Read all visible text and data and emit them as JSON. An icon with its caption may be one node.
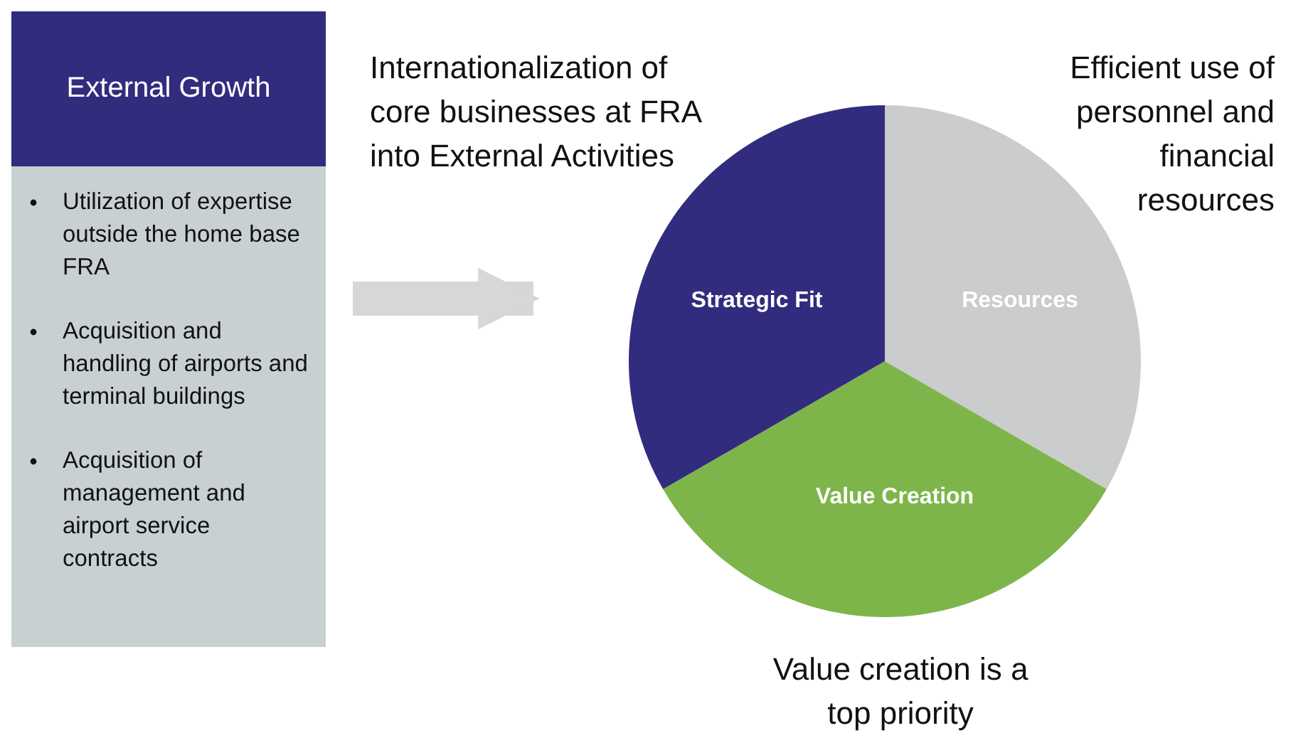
{
  "diagram": {
    "nodes": [
      {
        "text": [
          "External Growth",
          "Utilization of expertise outside the home base FRA",
          "Acquisition and handling of airports and terminal buildings",
          "Acquisition of management and airport service contracts"
        ]
      },
      {
        "text": [],
        "shape": "circle"
      },
      {
        "text": [
          "Resources"
        ],
        "in": 1
      },
      {
        "text": [
          "Value Creation"
        ],
        "in": 1
      },
      {
        "text": [
          "Strategic Fit"
        ],
        "in": 1
      }
    ],
    "edges": [
      {
        "from": 0,
        "to": 1,
        "arrow": "to"
      }
    ],
    "labels": [
      "Internationalization of core businesses at FRA into External Activities",
      "Efficient use of personnel and financial resources",
      "Value creation is a top priority"
    ]
  }
}
